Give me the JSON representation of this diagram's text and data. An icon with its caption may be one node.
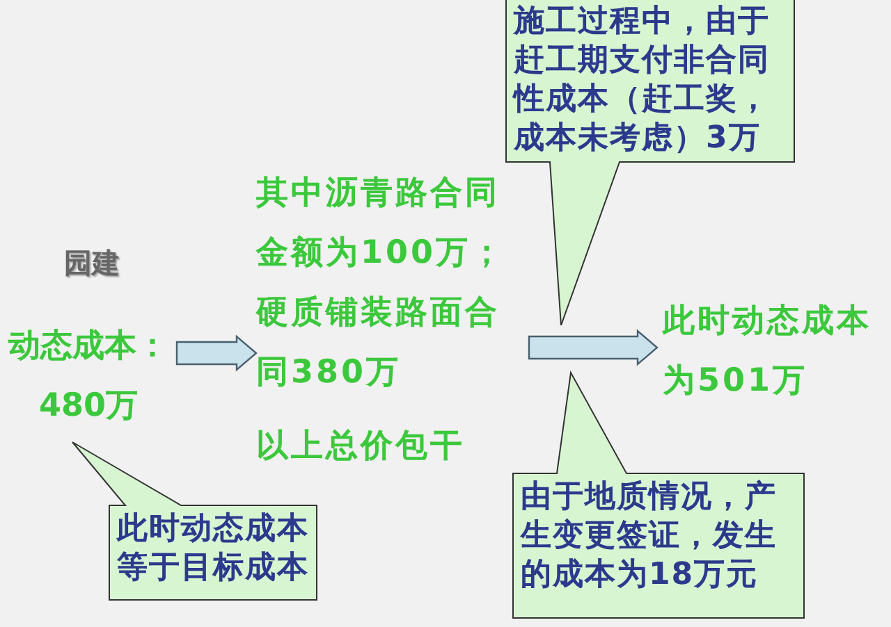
{
  "diagram": {
    "nodes": [
      {
        "text": [
          "动态成本：480万"
        ]
      },
      {
        "text": [
          "其中沥青路合同金额为100万；硬质铺装路面合同380万",
          "以上总价包干"
        ]
      },
      {
        "text": [
          "此时动态成本为501万"
        ]
      },
      {
        "text": [
          "施工过程中，由于赶工期支付非合同性成本（赶工奖，成本未考虑）3万"
        ]
      },
      {
        "text": [
          "此时动态成本等于目标成本"
        ]
      },
      {
        "text": [
          "由于地质情况，产生变更签证，发生的成本为18万元"
        ]
      }
    ],
    "edges": [
      {
        "from": 0,
        "to": 1,
        "arrow": "to"
      },
      {
        "from": 1,
        "to": 2,
        "arrow": "to"
      }
    ],
    "labels": [
      "园建"
    ]
  }
}
